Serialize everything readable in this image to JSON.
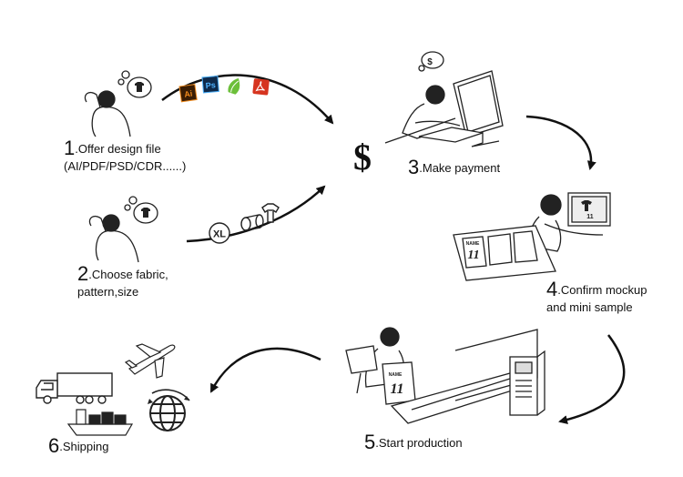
{
  "steps": [
    {
      "num": "1",
      "text": ".Offer design file",
      "sub": "(AI/PDF/PSD/CDR......)"
    },
    {
      "num": "2",
      "text": ".Choose fabric,",
      "sub": "pattern,size"
    },
    {
      "num": "3",
      "text": ".Make payment",
      "sub": ""
    },
    {
      "num": "4",
      "text": ".Confirm mockup",
      "sub": "and mini sample"
    },
    {
      "num": "5",
      "text": ".Start production",
      "sub": ""
    },
    {
      "num": "6",
      "text": ".Shipping",
      "sub": ""
    }
  ],
  "file_icons": [
    {
      "label": "Ai",
      "color": "#f08a1c",
      "bg": "#3a1d04"
    },
    {
      "label": "Ps",
      "color": "#4fb3ff",
      "bg": "#0f2a4a"
    },
    {
      "label": "CDR",
      "color": "#6cbf3a",
      "bg": "#e9f5df"
    },
    {
      "label": "PDF",
      "color": "#ffffff",
      "bg": "#d6341f"
    }
  ],
  "size_badge": "XL",
  "dollar": "$",
  "jersey_name": "NAME",
  "jersey_number": "11",
  "colors": {
    "ink": "#111111",
    "line": "#222222",
    "paper": "#ffffff"
  }
}
